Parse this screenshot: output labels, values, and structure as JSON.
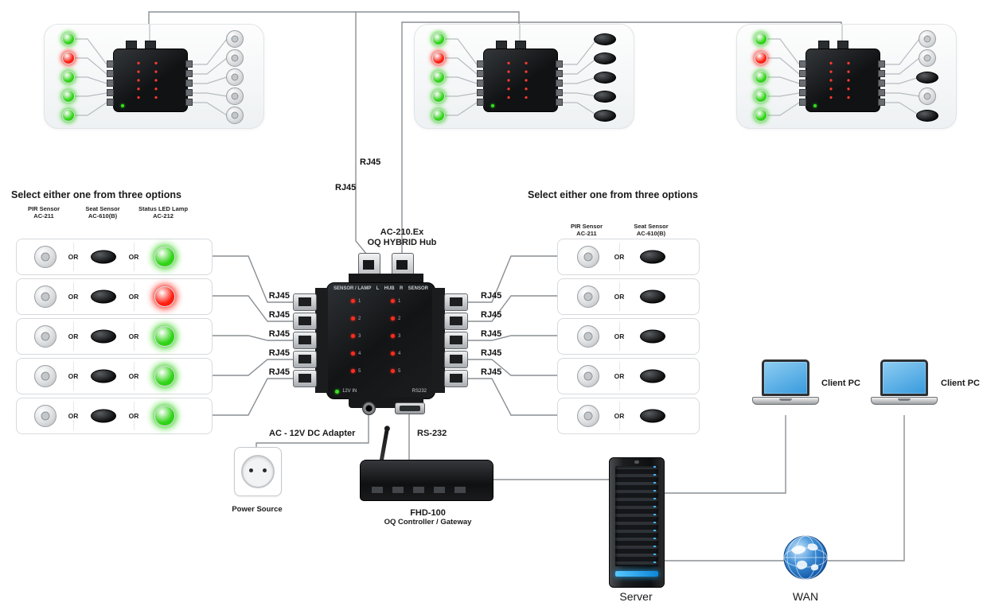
{
  "headings": {
    "left": "Select either one from three options",
    "right": "Select either one from three options"
  },
  "labels": {
    "rj45": "RJ45",
    "or": "OR"
  },
  "colors": {
    "led_green": "#2fd415",
    "led_red": "#ff1d10",
    "status_blue": "#2aa9f0"
  },
  "left_options": {
    "columns": [
      {
        "name": "PIR Sensor",
        "model": "AC-211"
      },
      {
        "name": "Seat Sensor",
        "model": "AC-610(B)"
      },
      {
        "name": "Status LED Lamp",
        "model": "AC-212"
      }
    ],
    "rows": [
      {
        "led_color": "#2fd415"
      },
      {
        "led_color": "#ff1d10"
      },
      {
        "led_color": "#2fd415"
      },
      {
        "led_color": "#2fd415"
      },
      {
        "led_color": "#2fd415"
      }
    ]
  },
  "right_options": {
    "columns": [
      {
        "name": "PIR Sensor",
        "model": "AC-211"
      },
      {
        "name": "Seat Sensor",
        "model": "AC-610(B)"
      }
    ]
  },
  "room_panels": [
    {
      "leds": [
        "#2fd415",
        "#ff1d10",
        "#2fd415",
        "#2fd415",
        "#2fd415"
      ],
      "sensors": [
        "dome",
        "dome",
        "dome",
        "dome",
        "dome"
      ]
    },
    {
      "leds": [
        "#2fd415",
        "#ff1d10",
        "#2fd415",
        "#2fd415",
        "#2fd415"
      ],
      "sensors": [
        "seat",
        "seat",
        "seat",
        "seat",
        "seat"
      ]
    },
    {
      "leds": [
        "#2fd415",
        "#ff1d10",
        "#2fd415",
        "#2fd415",
        "#2fd415"
      ],
      "sensors": [
        "dome",
        "dome",
        "seat",
        "dome",
        "seat"
      ]
    }
  ],
  "hub": {
    "model": "AC-210.Ex",
    "name": "OQ HYBRID Hub",
    "face_labels": [
      "SENSOR / LAMP",
      "L",
      "HUB",
      "R",
      "SENSOR"
    ],
    "port_numbers": [
      "1",
      "2",
      "3",
      "4",
      "5"
    ],
    "power_led_label": "12V IN",
    "serial_port_label": "RS232"
  },
  "bottom": {
    "adapter_label": "AC - 12V DC Adapter",
    "rs232_label": "RS-232",
    "power_source_label": "Power Source",
    "gateway_model": "FHD-100",
    "gateway_name": "OQ Controller / Gateway",
    "server_label": "Server",
    "wan_label": "WAN",
    "client_pc_label": "Client PC"
  }
}
